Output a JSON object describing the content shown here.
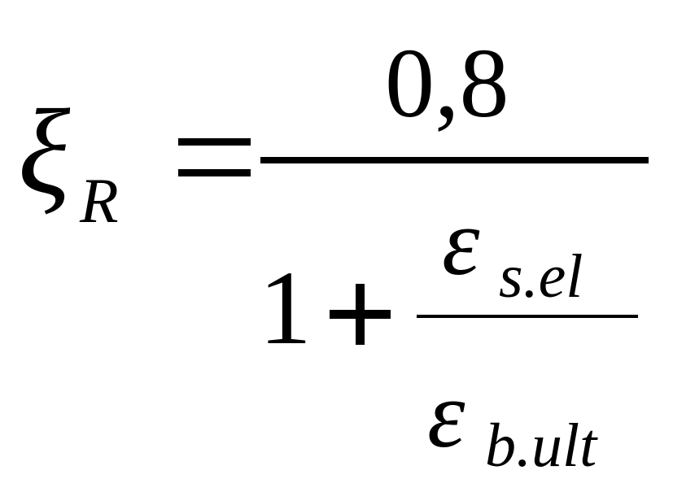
{
  "formula": {
    "lhs": {
      "symbol": "ξ",
      "subscript": "R"
    },
    "equals": "=",
    "numerator": "0,8",
    "denominator": {
      "one": "1",
      "plus": "+",
      "inner_numerator": {
        "symbol": "ε",
        "subscript": "s.el"
      },
      "inner_denominator": {
        "symbol": "ε",
        "subscript": "b.ult"
      }
    }
  }
}
